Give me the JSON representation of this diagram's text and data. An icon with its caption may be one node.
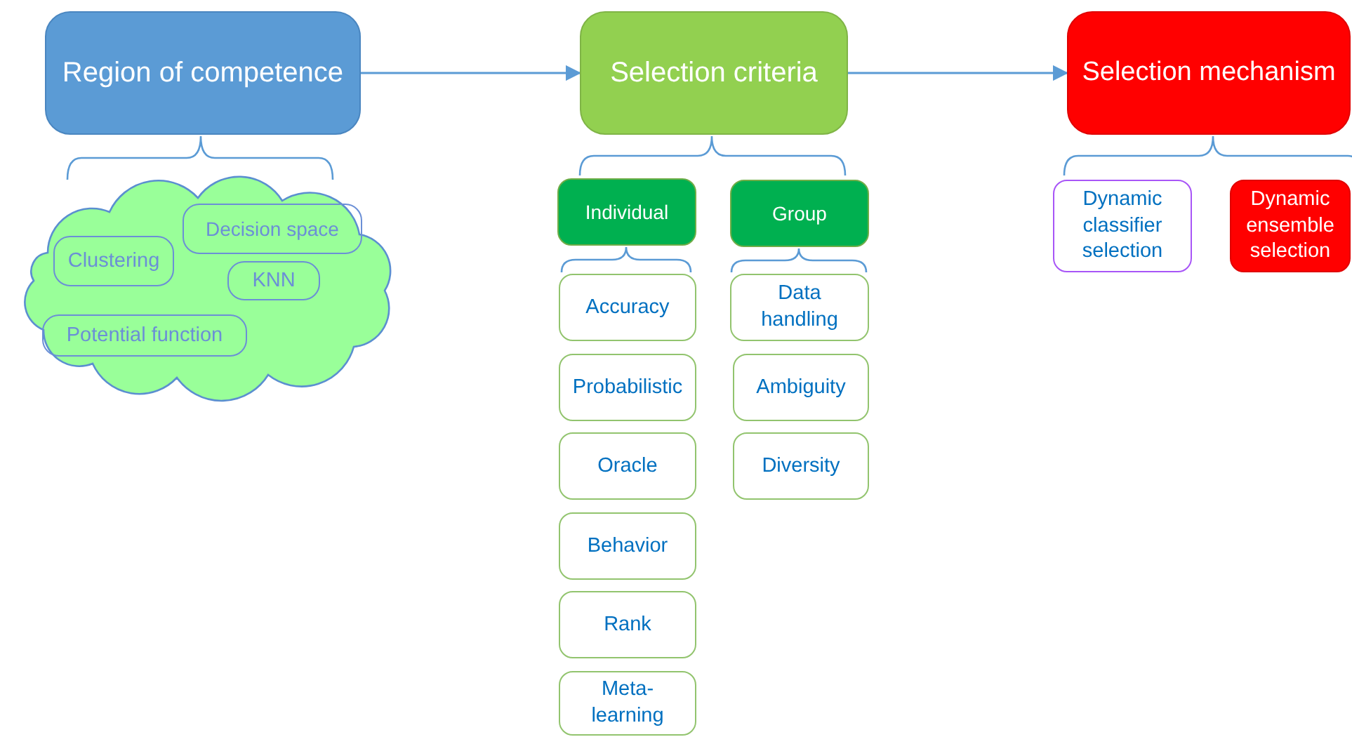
{
  "diagram": {
    "nodes": [
      {
        "text": [
          "Region of competence"
        ]
      },
      {
        "text": [],
        "shape": "cloud"
      },
      {
        "text": [
          "Decision space"
        ],
        "in": 1
      },
      {
        "text": [
          "Clustering"
        ],
        "in": 1
      },
      {
        "text": [
          "KNN"
        ],
        "in": 1
      },
      {
        "text": [
          "Potential function"
        ],
        "in": 1
      },
      {
        "text": [
          "Selection criteria"
        ]
      },
      {
        "text": [
          "Individual"
        ]
      },
      {
        "text": [
          "Group"
        ]
      },
      {
        "text": [
          "Accuracy"
        ]
      },
      {
        "text": [
          "Probabilistic"
        ]
      },
      {
        "text": [
          "Oracle"
        ]
      },
      {
        "text": [
          "Behavior"
        ]
      },
      {
        "text": [
          "Rank"
        ]
      },
      {
        "text": [
          "Meta-learning"
        ]
      },
      {
        "text": [
          "Data handling"
        ]
      },
      {
        "text": [
          "Ambiguity"
        ]
      },
      {
        "text": [
          "Diversity"
        ]
      },
      {
        "text": [
          "Selection mechanism"
        ]
      },
      {
        "text": [
          "Dynamic classifier selection"
        ]
      },
      {
        "text": [
          "Dynamic ensemble selection"
        ]
      }
    ],
    "edges": [
      {
        "from": 0,
        "to": 6,
        "arrow": "to"
      },
      {
        "from": 6,
        "to": 18,
        "arrow": "to"
      }
    ]
  }
}
